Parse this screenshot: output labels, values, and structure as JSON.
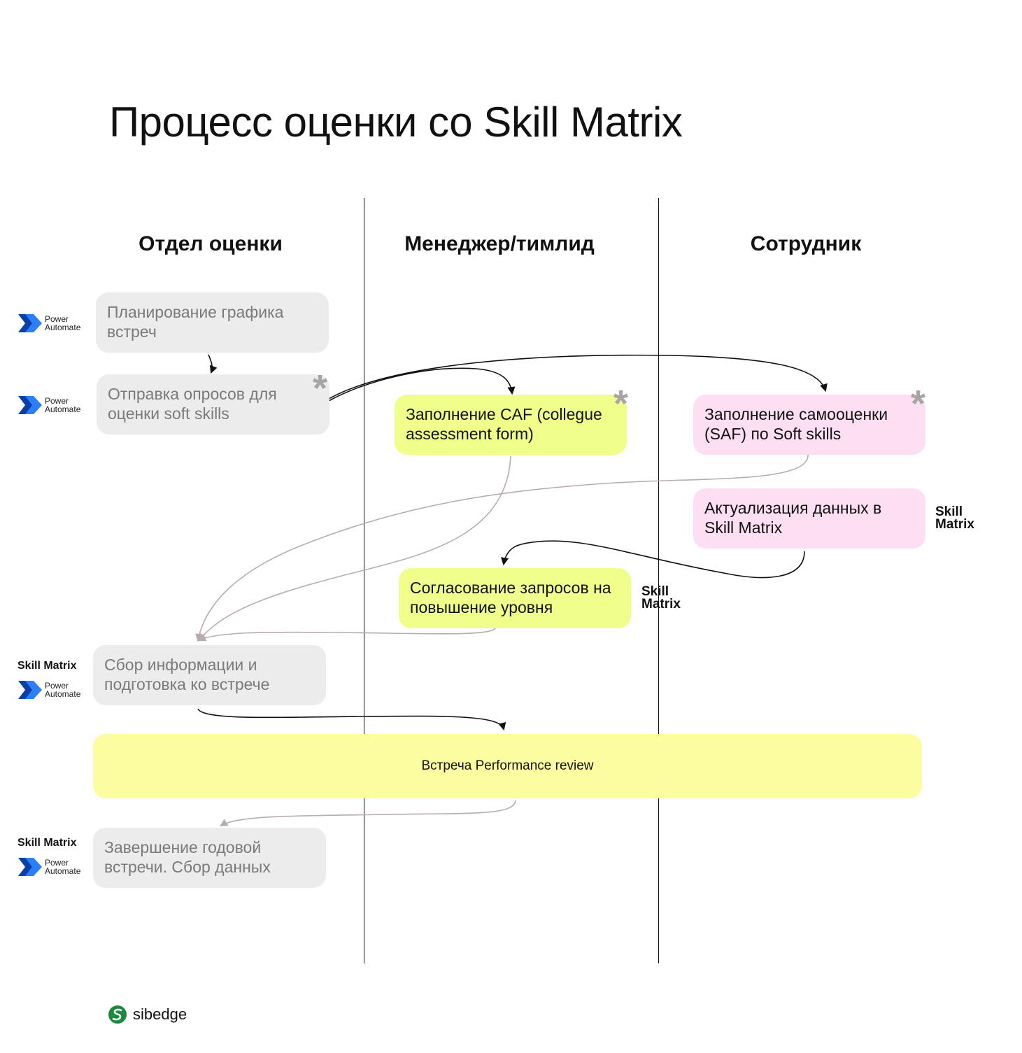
{
  "title": "Процесс оценки со Skill Matrix",
  "lanes": [
    {
      "label": "Отдел оценки"
    },
    {
      "label": "Менеджер/тимлид"
    },
    {
      "label": "Сотрудник"
    }
  ],
  "boxes": {
    "schedule": "Планирование графика встреч",
    "send_surveys": "Отправка опросов для оценки soft skills",
    "caf": "Заполнение CAF (collegue assessment form)",
    "saf": "Заполнение самооценки (SAF) по Soft skills",
    "actualize": "Актуализация данных в Skill Matrix",
    "approve": "Согласование запросов на повышение уровня",
    "collect": "Сбор информации и подготовка ко встрече",
    "review": "Встреча Performance review",
    "finish": "Завершение годовой встречи. Сбор данных"
  },
  "tool_labels": {
    "power_automate_line1": "Power",
    "power_automate_line2": "Automate",
    "skill_matrix_line1": "Skill",
    "skill_matrix_line2": "Matrix",
    "skill_matrix_inline": "Skill Matrix"
  },
  "marks": {
    "asterisk": "*"
  },
  "brand": {
    "name": "sibedge",
    "color": "#1a8a3c"
  },
  "colors": {
    "grey_box": "#ececec",
    "lime_box": "#f0ff8c",
    "pink_box": "#fddff4",
    "yellow_box": "#fcfca0",
    "power_automate_blue": "#2266e3"
  },
  "icons": [
    "power-automate-icon",
    "sibedge-logo-icon",
    "asterisk-icon"
  ]
}
